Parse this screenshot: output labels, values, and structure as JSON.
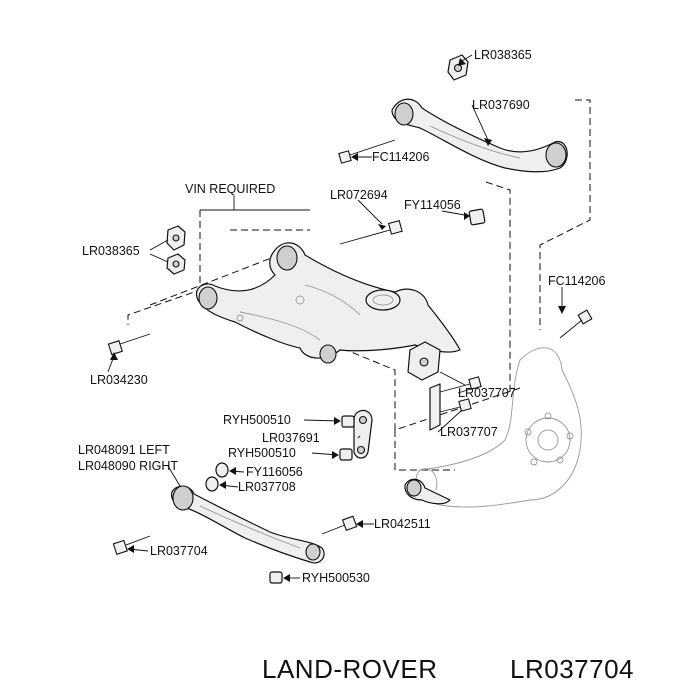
{
  "callouts": {
    "lr038365_top": "LR038365",
    "lr037690": "LR037690",
    "fc114206_top": "FC114206",
    "vin_required": "VIN REQUIRED",
    "lr072694": "LR072694",
    "fy114056": "FY114056",
    "lr038365_left": "LR038365",
    "fc114206_right": "FC114206",
    "lr034230": "LR034230",
    "lr037707_a": "LR037707",
    "ryh500510_a": "RYH500510",
    "lr037691": "LR037691",
    "lr037707_b": "LR037707",
    "ryh500510_b": "RYH500510",
    "lr048091_left": "LR048091 LEFT",
    "lr048090_right": "LR048090 RIGHT",
    "fy116056": "FY116056",
    "lr037708": "LR037708",
    "lr042511": "LR042511",
    "lr037704": "LR037704",
    "ryh500530": "RYH500530"
  },
  "footer": {
    "brand": "LAND-ROVER",
    "part_number": "LR037704"
  }
}
